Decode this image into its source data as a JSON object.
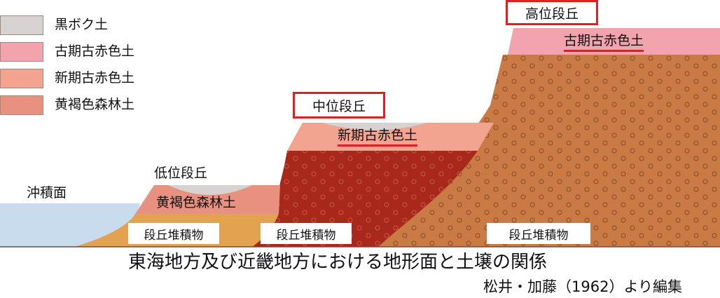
{
  "legend": {
    "items": [
      {
        "label": "黒ボク土",
        "color": "#d7d3d2"
      },
      {
        "label": "古期古赤色土",
        "color": "#f2a3ad"
      },
      {
        "label": "新期古赤色土",
        "color": "#f3a491"
      },
      {
        "label": "黄褐色森林土",
        "color": "#e89180"
      }
    ]
  },
  "terraces": {
    "alluvial": "沖積面",
    "low": "低位段丘",
    "middle": "中位段丘",
    "high": "高位段丘"
  },
  "soils": {
    "high_soil": "古期古赤色土",
    "middle_soil": "新期古赤色土",
    "low_soil": "黄褐色森林土"
  },
  "deposits": {
    "low": "段丘堆積物",
    "middle": "段丘堆積物",
    "high": "段丘堆積物"
  },
  "caption": "東海地方及び近畿地方における地形面と土壌の関係",
  "credit": "松井・加藤（1962）より編集",
  "colors": {
    "alluvium": "#c9dcee",
    "kuroboku": "#d7d3d2",
    "old_red": "#f2a3ad",
    "new_red": "#f3a491",
    "forest": "#e89180",
    "high_deposit": "#c97a45",
    "middle_deposit": "#a8281c",
    "low_deposit": "#e2a24f",
    "highlight": "#e02020"
  }
}
